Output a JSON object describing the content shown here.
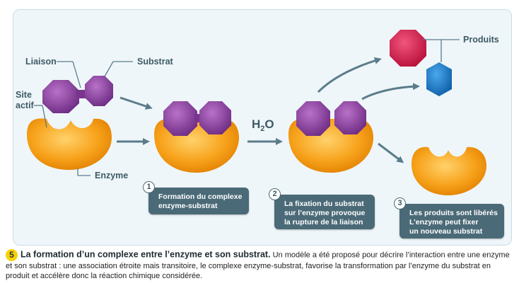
{
  "labels": {
    "liaison": "Liaison",
    "substrat": "Substrat",
    "site_actif_line1": "Site",
    "site_actif_line2": "actif",
    "enzyme": "Enzyme",
    "produits": "Produits",
    "h2o_h": "H",
    "h2o_sub": "2",
    "h2o_o": "O"
  },
  "steps": [
    {
      "number": "1",
      "text": "Formation du complexe\nenzyme-substrat"
    },
    {
      "number": "2",
      "text": "La fixation du substrat\nsur l’enzyme provoque\nla rupture de la liaison"
    },
    {
      "number": "3",
      "text": "Les produits sont libérés\nL’enzyme peut fixer\nun nouveau substrat"
    }
  ],
  "caption": {
    "badge": "5",
    "title": "La formation d’un complexe entre l’enzyme et son substrat.",
    "body": " Un modèle a été proposé pour décrire l’interaction entre une enzyme et son substrat : une association étroite mais transitoire, le complexe enzyme-substrat, favorise la transformation par l’enzyme du substrat en produit et accélère donc la réaction chimique considérée."
  },
  "colors": {
    "enzyme": "#f5a623",
    "substrate": "#8a3f9a",
    "product_red": "#d81b4a",
    "product_blue": "#1a7fd0",
    "arrow": "#5b7c8a",
    "step_box": "#4b6a77"
  }
}
